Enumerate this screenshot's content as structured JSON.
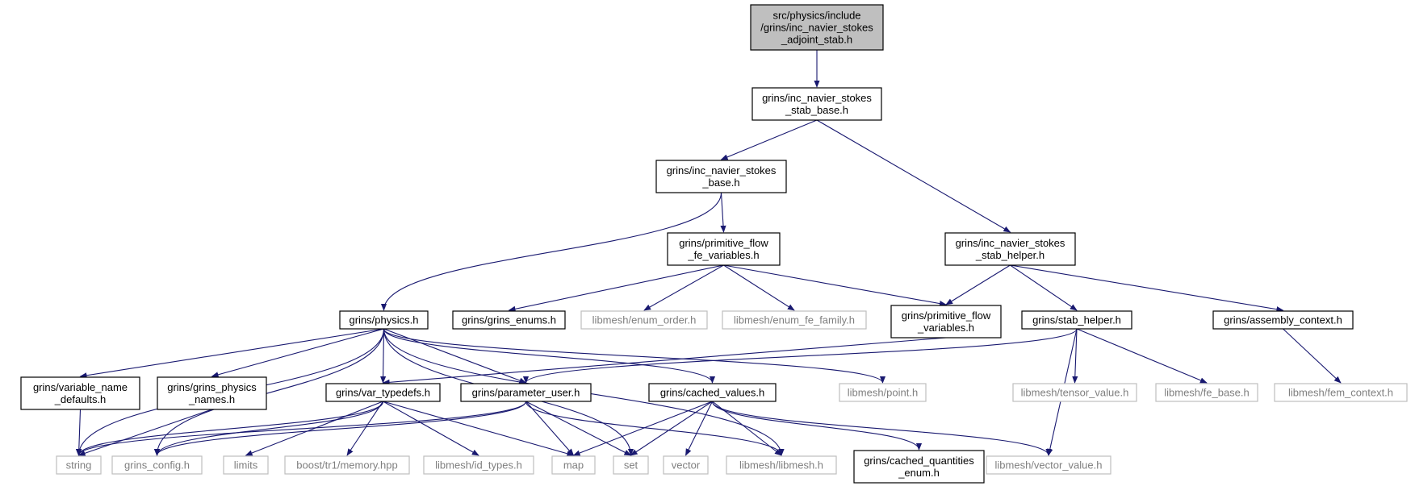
{
  "colors": {
    "edge": "#191970",
    "root_fill": "#bfbfbf",
    "box_stroke_doc": "#000000",
    "box_stroke_ext": "#bfbfbf",
    "ext_text": "#7f7f7f",
    "text": "#000000"
  },
  "nodes": [
    {
      "id": "root",
      "kind": "root",
      "lines": [
        "src/physics/include",
        "/grins/inc_navier_stokes",
        "_adjoint_stab.h"
      ]
    },
    {
      "id": "stab_base",
      "kind": "doc",
      "lines": [
        "grins/inc_navier_stokes",
        "_stab_base.h"
      ]
    },
    {
      "id": "ins_base",
      "kind": "doc",
      "lines": [
        "grins/inc_navier_stokes",
        "_base.h"
      ]
    },
    {
      "id": "stab_helper_ins",
      "kind": "doc",
      "lines": [
        "grins/inc_navier_stokes",
        "_stab_helper.h"
      ]
    },
    {
      "id": "prim_fe",
      "kind": "doc",
      "lines": [
        "grins/primitive_flow",
        "_fe_variables.h"
      ]
    },
    {
      "id": "physics",
      "kind": "doc",
      "lines": [
        "grins/physics.h"
      ]
    },
    {
      "id": "enums",
      "kind": "doc",
      "lines": [
        "grins/grins_enums.h"
      ]
    },
    {
      "id": "enum_order",
      "kind": "ext",
      "lines": [
        "libmesh/enum_order.h"
      ]
    },
    {
      "id": "enum_fe_family",
      "kind": "ext",
      "lines": [
        "libmesh/enum_fe_family.h"
      ]
    },
    {
      "id": "prim_var",
      "kind": "doc",
      "lines": [
        "grins/primitive_flow",
        "_variables.h"
      ]
    },
    {
      "id": "stab_helper",
      "kind": "doc",
      "lines": [
        "grins/stab_helper.h"
      ]
    },
    {
      "id": "assembly",
      "kind": "doc",
      "lines": [
        "grins/assembly_context.h"
      ]
    },
    {
      "id": "var_name",
      "kind": "doc",
      "lines": [
        "grins/variable_name",
        "_defaults.h"
      ]
    },
    {
      "id": "phys_names",
      "kind": "doc",
      "lines": [
        "grins/grins_physics",
        "_names.h"
      ]
    },
    {
      "id": "var_typedefs",
      "kind": "doc",
      "lines": [
        "grins/var_typedefs.h"
      ]
    },
    {
      "id": "param_user",
      "kind": "doc",
      "lines": [
        "grins/parameter_user.h"
      ]
    },
    {
      "id": "cached_values",
      "kind": "doc",
      "lines": [
        "grins/cached_values.h"
      ]
    },
    {
      "id": "point",
      "kind": "ext",
      "lines": [
        "libmesh/point.h"
      ]
    },
    {
      "id": "tensor",
      "kind": "ext",
      "lines": [
        "libmesh/tensor_value.h"
      ]
    },
    {
      "id": "fe_base",
      "kind": "ext",
      "lines": [
        "libmesh/fe_base.h"
      ]
    },
    {
      "id": "fem_context",
      "kind": "ext",
      "lines": [
        "libmesh/fem_context.h"
      ]
    },
    {
      "id": "string",
      "kind": "ext",
      "lines": [
        "string"
      ]
    },
    {
      "id": "grins_config",
      "kind": "ext",
      "lines": [
        "grins_config.h"
      ]
    },
    {
      "id": "limits",
      "kind": "ext",
      "lines": [
        "limits"
      ]
    },
    {
      "id": "memory",
      "kind": "ext",
      "lines": [
        "boost/tr1/memory.hpp"
      ]
    },
    {
      "id": "id_types",
      "kind": "ext",
      "lines": [
        "libmesh/id_types.h"
      ]
    },
    {
      "id": "map",
      "kind": "ext",
      "lines": [
        "map"
      ]
    },
    {
      "id": "set",
      "kind": "ext",
      "lines": [
        "set"
      ]
    },
    {
      "id": "vector",
      "kind": "ext",
      "lines": [
        "vector"
      ]
    },
    {
      "id": "libmesh",
      "kind": "ext",
      "lines": [
        "libmesh/libmesh.h"
      ]
    },
    {
      "id": "cached_q",
      "kind": "doc",
      "lines": [
        "grins/cached_quantities",
        "_enum.h"
      ]
    },
    {
      "id": "vector_value",
      "kind": "ext",
      "lines": [
        "libmesh/vector_value.h"
      ]
    }
  ],
  "edges": [
    [
      "root",
      "stab_base"
    ],
    [
      "stab_base",
      "ins_base"
    ],
    [
      "stab_base",
      "stab_helper_ins"
    ],
    [
      "ins_base",
      "prim_fe"
    ],
    [
      "ins_base",
      "physics"
    ],
    [
      "prim_fe",
      "enums"
    ],
    [
      "prim_fe",
      "enum_order"
    ],
    [
      "prim_fe",
      "enum_fe_family"
    ],
    [
      "prim_fe",
      "prim_var"
    ],
    [
      "stab_helper_ins",
      "prim_var"
    ],
    [
      "stab_helper_ins",
      "stab_helper"
    ],
    [
      "stab_helper_ins",
      "assembly"
    ],
    [
      "prim_var",
      "var_typedefs"
    ],
    [
      "stab_helper",
      "param_user"
    ],
    [
      "stab_helper",
      "tensor"
    ],
    [
      "stab_helper",
      "fe_base"
    ],
    [
      "stab_helper",
      "vector_value"
    ],
    [
      "assembly",
      "fem_context"
    ],
    [
      "physics",
      "string"
    ],
    [
      "physics",
      "grins_config"
    ],
    [
      "physics",
      "var_name"
    ],
    [
      "physics",
      "phys_names"
    ],
    [
      "physics",
      "var_typedefs"
    ],
    [
      "physics",
      "param_user"
    ],
    [
      "physics",
      "cached_values"
    ],
    [
      "physics",
      "point"
    ],
    [
      "physics",
      "set"
    ],
    [
      "physics",
      "libmesh"
    ],
    [
      "var_name",
      "string"
    ],
    [
      "phys_names",
      "string"
    ],
    [
      "var_typedefs",
      "string"
    ],
    [
      "var_typedefs",
      "grins_config"
    ],
    [
      "var_typedefs",
      "limits"
    ],
    [
      "var_typedefs",
      "memory"
    ],
    [
      "var_typedefs",
      "id_types"
    ],
    [
      "var_typedefs",
      "map"
    ],
    [
      "param_user",
      "string"
    ],
    [
      "param_user",
      "grins_config"
    ],
    [
      "param_user",
      "map"
    ],
    [
      "param_user",
      "set"
    ],
    [
      "param_user",
      "libmesh"
    ],
    [
      "cached_values",
      "map"
    ],
    [
      "cached_values",
      "set"
    ],
    [
      "cached_values",
      "vector"
    ],
    [
      "cached_values",
      "libmesh"
    ],
    [
      "cached_values",
      "cached_q"
    ],
    [
      "cached_values",
      "vector_value"
    ]
  ]
}
